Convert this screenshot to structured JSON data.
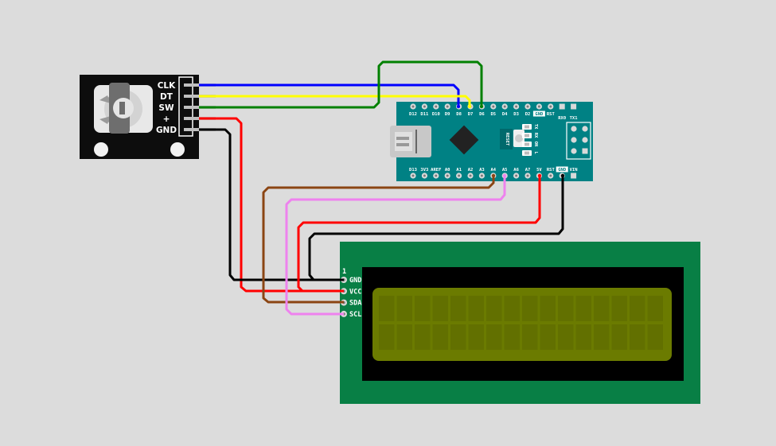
{
  "encoder": {
    "pins": [
      "CLK",
      "DT",
      "SW",
      "+",
      "GND"
    ]
  },
  "nano": {
    "top_pins": [
      "D12",
      "D11",
      "D10",
      "D9",
      "D8",
      "D7",
      "D6",
      "D5",
      "D4",
      "D3",
      "D2",
      "GND",
      "RST",
      "RX0",
      "TX1"
    ],
    "bottom_pins": [
      "D13",
      "3V3",
      "AREF",
      "A0",
      "A1",
      "A2",
      "A3",
      "A4",
      "A5",
      "A6",
      "A7",
      "5V",
      "RST",
      "GND",
      "VIN"
    ],
    "reset_label": "RESET",
    "leds": [
      "TX",
      "RX",
      "ON",
      "L"
    ]
  },
  "lcd": {
    "pin1_marker": "1",
    "pins": [
      "GND",
      "VCC",
      "SDA",
      "SCL"
    ]
  },
  "wires": [
    {
      "from": "encoder.CLK",
      "to": "nano.D8",
      "color": "#0000ff"
    },
    {
      "from": "encoder.DT",
      "to": "nano.D7",
      "color": "#ffff00"
    },
    {
      "from": "encoder.SW",
      "to": "nano.D6",
      "color": "#008000"
    },
    {
      "from": "encoder.+",
      "to": "lcd.VCC",
      "color": "#ff0000"
    },
    {
      "from": "encoder.GND",
      "to": "lcd.GND",
      "color": "#000000"
    },
    {
      "from": "nano.A4",
      "to": "lcd.SDA",
      "color": "#8b4513"
    },
    {
      "from": "nano.A5",
      "to": "lcd.SCL",
      "color": "#ee82ee"
    },
    {
      "from": "nano.5V",
      "to": "lcd.VCC",
      "color": "#ff0000"
    },
    {
      "from": "nano.GND",
      "to": "lcd.GND",
      "color": "#000000"
    }
  ]
}
